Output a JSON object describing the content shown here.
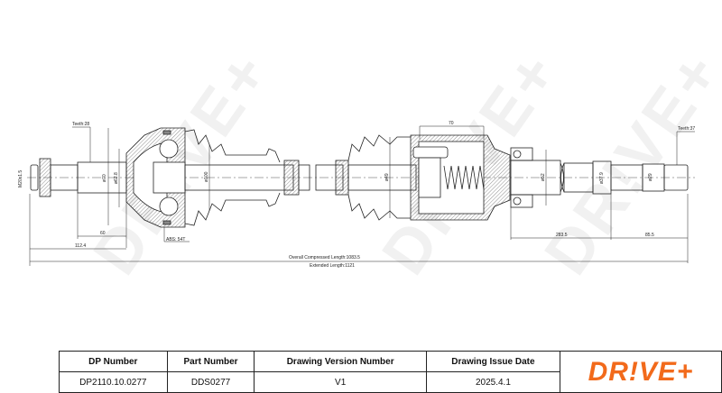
{
  "drawing": {
    "labels": {
      "teeth_left": "Teeth:28",
      "thread": "M20x1.5",
      "dia_70": "ø70",
      "dia_62": "ø62.8",
      "dia_100": "ø100",
      "abs": "ABS: 54T",
      "dim_60": "60",
      "dim_112": "112.4",
      "overall": "Overall Compressed Length:1083.5",
      "extended": "Extended Length:1121",
      "dim_70": "70",
      "dia_49": "ø49",
      "dia_52": "ø52",
      "dia_37": "ø37.9",
      "dia_29": "ø29",
      "dim_283": "283.5",
      "dim_85": "85.5",
      "teeth_right": "Teeth:37"
    },
    "watermark": "DR!VE+"
  },
  "table": {
    "headers": [
      "DP Number",
      "Part Number",
      "Drawing Version Number",
      "Drawing Issue Date"
    ],
    "values": [
      "DP2110.10.0277",
      "DDS0277",
      "V1",
      "2025.4.1"
    ],
    "logo_text": "DR!VE+",
    "logo_color": "#f26a1b"
  }
}
